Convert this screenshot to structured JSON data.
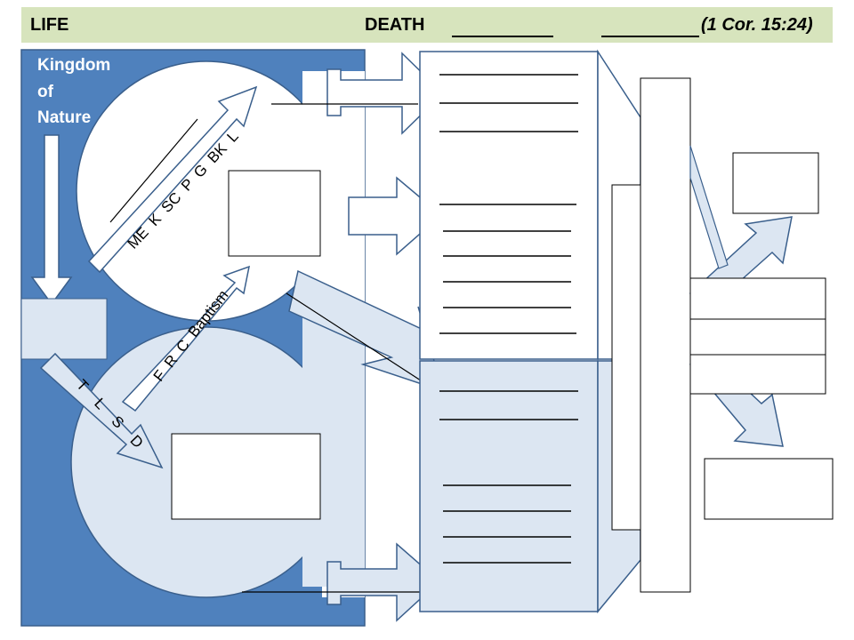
{
  "header": {
    "life": "LIFE",
    "death": "DEATH",
    "reference": "(1 Cor. 15:24)"
  },
  "kingdom": {
    "line1": "Kingdom",
    "line2": "of",
    "line3": "Nature"
  },
  "arrows": {
    "upper_label": "ME  K  SC  P  G  BK  L",
    "lower_label": "T    L    S    D",
    "middle_label": "F  R  C  Baptism"
  },
  "colors": {
    "dark_blue": "#4f81bd",
    "light_blue": "#dce6f2",
    "header_green": "#d7e4bd",
    "arrow_outline": "#3a5f8c"
  }
}
